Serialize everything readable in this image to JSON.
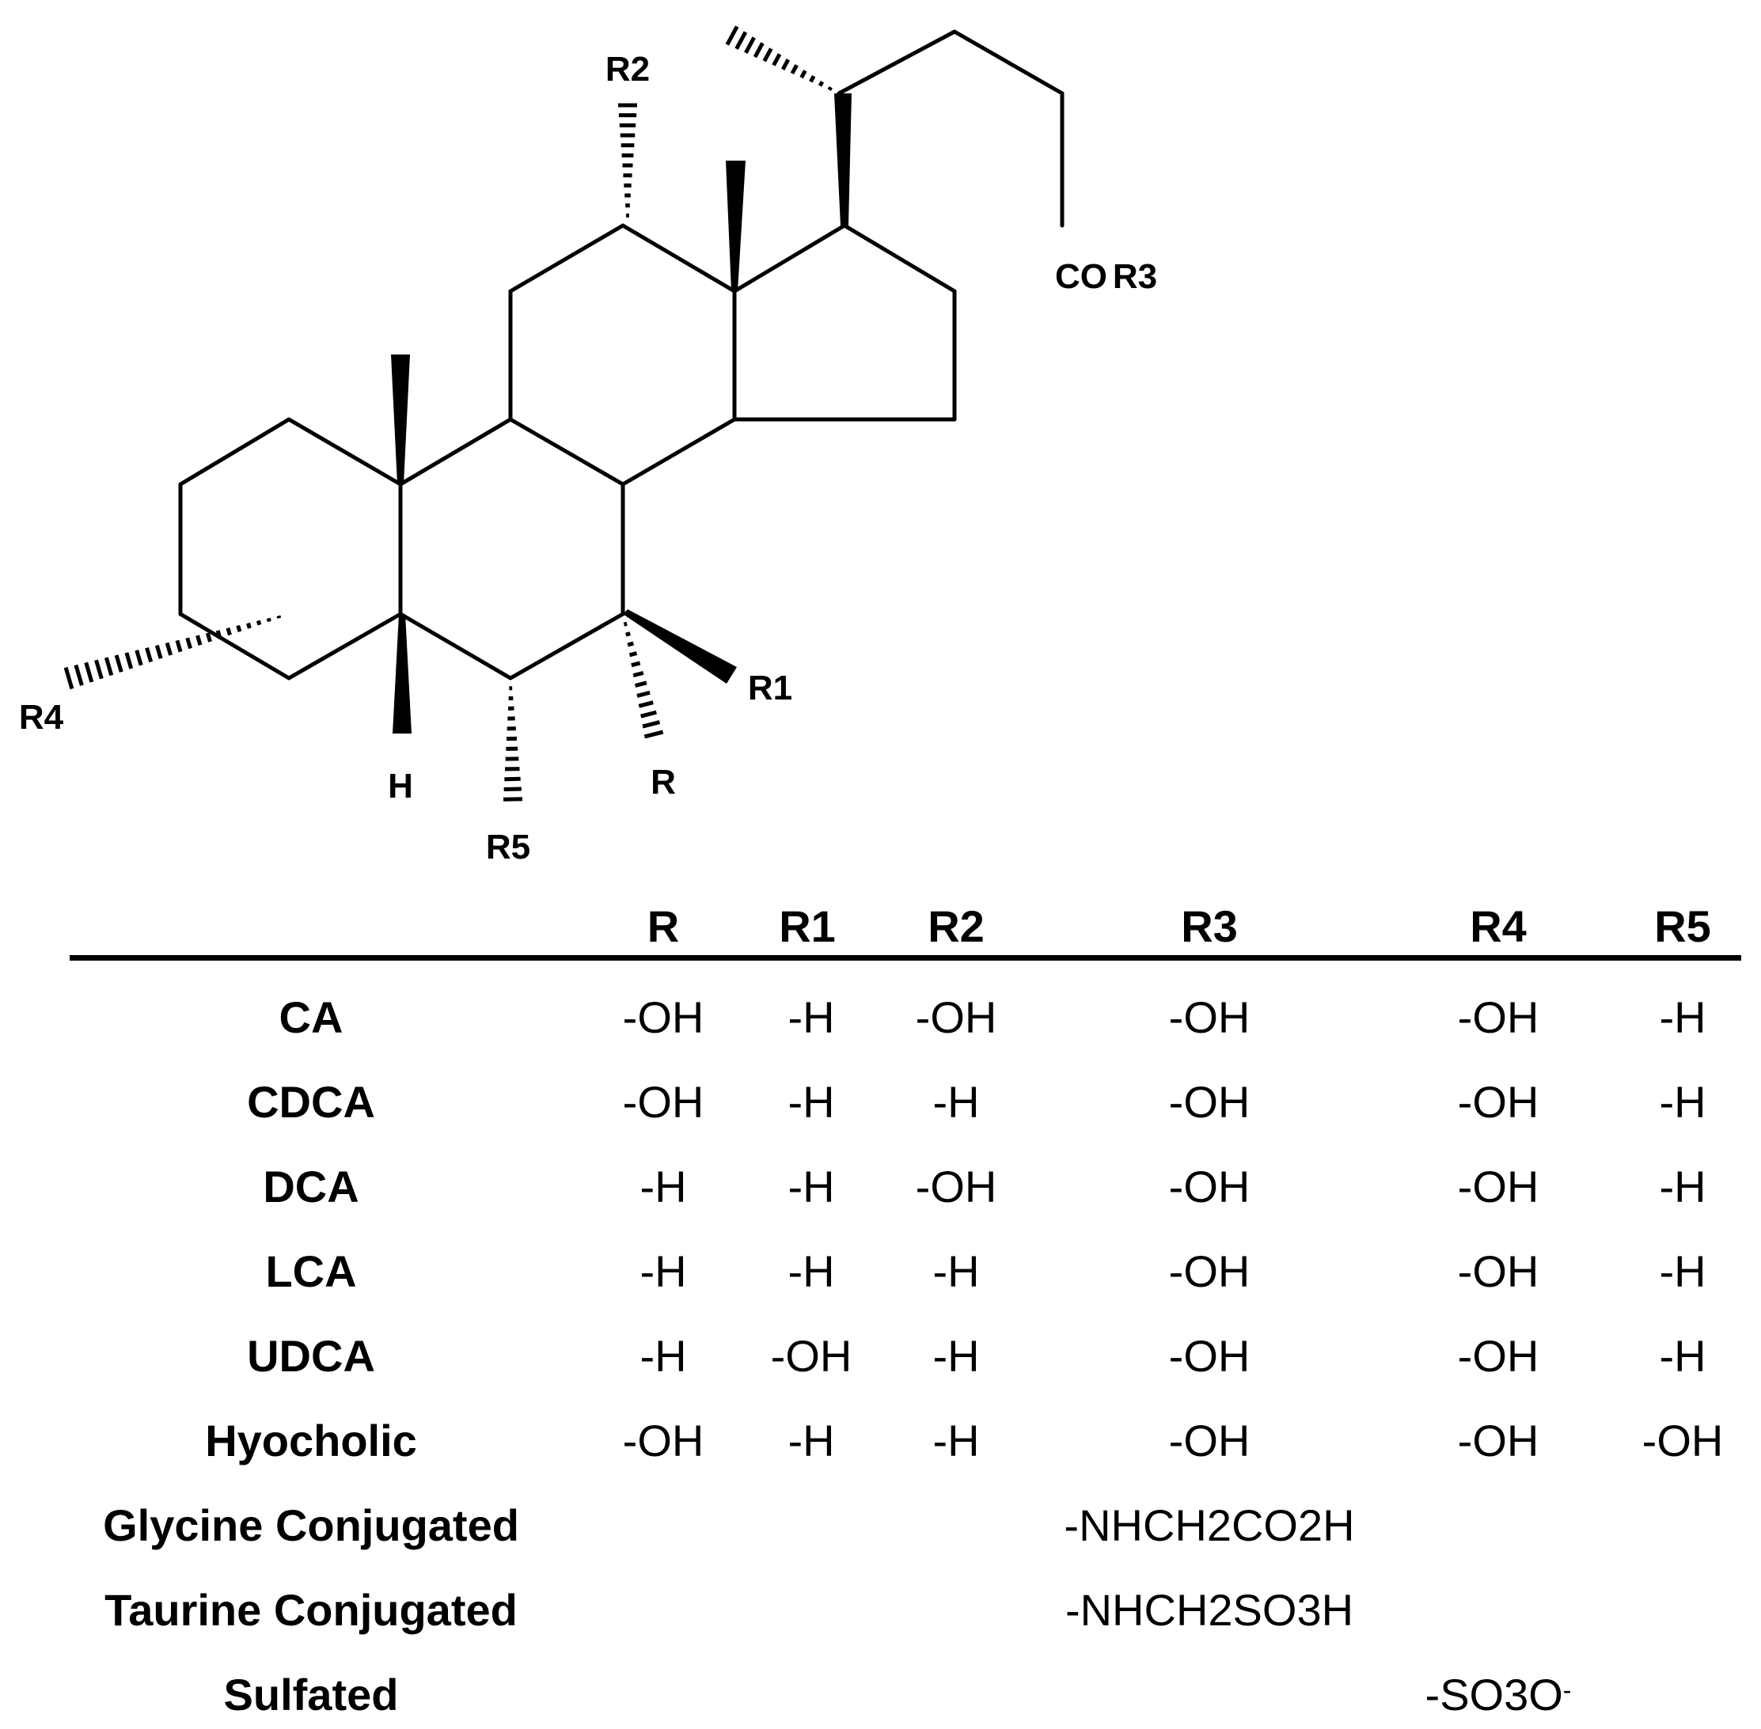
{
  "structure": {
    "labels": {
      "r2": "R2",
      "cor3_co": "CO",
      "cor3_r3": "R3",
      "r4": "R4",
      "h": "H",
      "r5": "R5",
      "r": "R",
      "r1": "R1"
    }
  },
  "table": {
    "headers": [
      "R",
      "R1",
      "R2",
      "R3",
      "R4",
      "R5"
    ],
    "rows": [
      {
        "name": "CA",
        "cells": [
          "-OH",
          "-H",
          "-OH",
          "-OH",
          "-OH",
          "-H"
        ]
      },
      {
        "name": "CDCA",
        "cells": [
          "-OH",
          "-H",
          "-H",
          "-OH",
          "-OH",
          "-H"
        ]
      },
      {
        "name": "DCA",
        "cells": [
          "-H",
          "-H",
          "-OH",
          "-OH",
          "-OH",
          "-H"
        ]
      },
      {
        "name": "LCA",
        "cells": [
          "-H",
          "-H",
          "-H",
          "-OH",
          "-OH",
          "-H"
        ]
      },
      {
        "name": "UDCA",
        "cells": [
          "-H",
          "-OH",
          "-H",
          "-OH",
          "-OH",
          "-H"
        ]
      },
      {
        "name": "Hyocholic",
        "cells": [
          "-OH",
          "-H",
          "-H",
          "-OH",
          "-OH",
          "-OH"
        ]
      },
      {
        "name": "Glycine Conjugated",
        "cells": [
          "",
          "",
          "",
          "-NHCH2CO2H",
          "",
          ""
        ]
      },
      {
        "name": "Taurine Conjugated",
        "cells": [
          "",
          "",
          "",
          "-NHCH2SO3H",
          "",
          ""
        ]
      },
      {
        "name": "Sulfated",
        "cells": [
          "",
          "",
          "",
          "",
          "-SO3O",
          ""
        ]
      }
    ],
    "sulfated_charge": "-"
  }
}
